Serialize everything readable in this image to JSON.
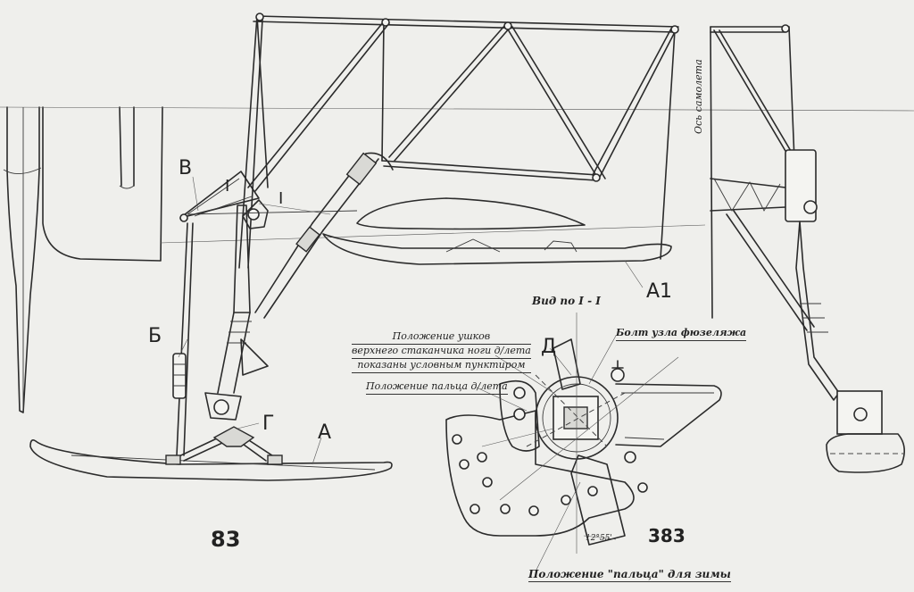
{
  "labels": {
    "A": "A",
    "A1": "A1",
    "B": "Б",
    "V": "В",
    "G": "Г",
    "D": "Д",
    "roman_one_a": "I",
    "roman_one_b": "I"
  },
  "notes": {
    "view_title": "Вид по I - I",
    "lugs_position": [
      "Положение ушков",
      "верхнего стаканчика ноги д/лета",
      "показаны условным пунктиром"
    ],
    "finger_position": "Положение пальца д/лета",
    "fuselage_bolt": "Болт узла фюзеляжа",
    "winter_position": "Положение \"пальца\" для зимы",
    "aircraft_axis": "Ось самолета",
    "angle": "12°55'"
  },
  "page": {
    "number": "83",
    "stamp": "383"
  },
  "colors": {
    "paper": "#efefec",
    "ink": "#2b2b2b"
  }
}
